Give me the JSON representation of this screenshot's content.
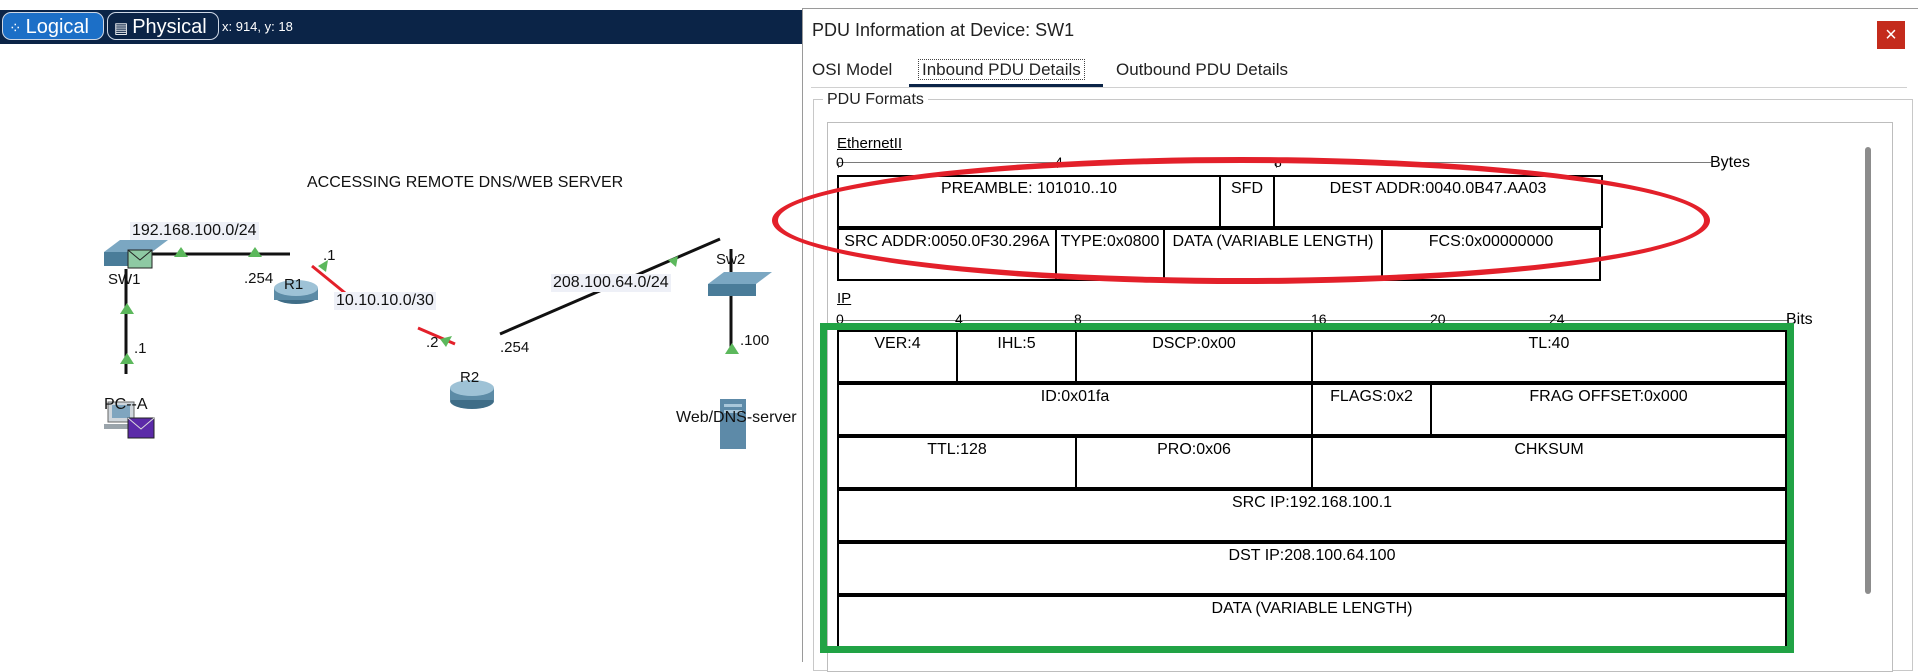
{
  "topbar": {
    "logical_label": "Logical",
    "physical_label": "Physical",
    "coords": "x: 914, y: 18"
  },
  "topology": {
    "title": "ACCESSING REMOTE DNS/WEB SERVER",
    "net_left": "192.168.100.0/24",
    "net_mid": "10.10.10.0/30",
    "net_right": "208.100.64.0/24",
    "sw1": "SW1",
    "r1": "R1",
    "r2": "R2",
    "sw2": "Sw2",
    "pc": "PC--A",
    "server": "Web/DNS-server",
    "ip_pc": ".1",
    "ip_r1_lan": ".254",
    "ip_r1_wan": ".1",
    "ip_r2_wan": ".2",
    "ip_r2_lan": ".254",
    "ip_server": ".100"
  },
  "dialog": {
    "title": "PDU Information at Device: SW1",
    "close": "×",
    "tabs": [
      "OSI Model",
      "Inbound PDU Details",
      "Outbound PDU Details"
    ],
    "group_label": "PDU Formats"
  },
  "ethernet": {
    "title": "EthernetII",
    "ticks": [
      "0",
      "4",
      "8"
    ],
    "unit": "Bytes",
    "row1": [
      "PREAMBLE: 101010..10",
      "SFD",
      "DEST ADDR:0040.0B47.AA03"
    ],
    "row2": [
      "SRC ADDR:0050.0F30.296A",
      "TYPE:0x0800",
      "DATA (VARIABLE LENGTH)",
      "FCS:0x00000000"
    ]
  },
  "ip": {
    "title": "IP",
    "ticks": [
      "0",
      "4",
      "8",
      "16",
      "20",
      "24"
    ],
    "unit": "Bits",
    "row1": [
      "VER:4",
      "IHL:5",
      "DSCP:0x00",
      "TL:40"
    ],
    "row2": [
      "ID:0x01fa",
      "FLAGS:0x2",
      "FRAG OFFSET:0x000"
    ],
    "row3": [
      "TTL:128",
      "PRO:0x06",
      "CHKSUM"
    ],
    "row4": "SRC IP:192.168.100.1",
    "row5": "DST IP:208.100.64.100",
    "row6": "DATA (VARIABLE LENGTH)"
  },
  "colors": {
    "topbar": "#0b2447",
    "active_mode": "#1c6fc7",
    "close": "#c42b1c",
    "annotation_red": "#e3202a",
    "annotation_green": "#21a345",
    "link_red": "#e3202a",
    "port_green": "#5cb85c"
  }
}
